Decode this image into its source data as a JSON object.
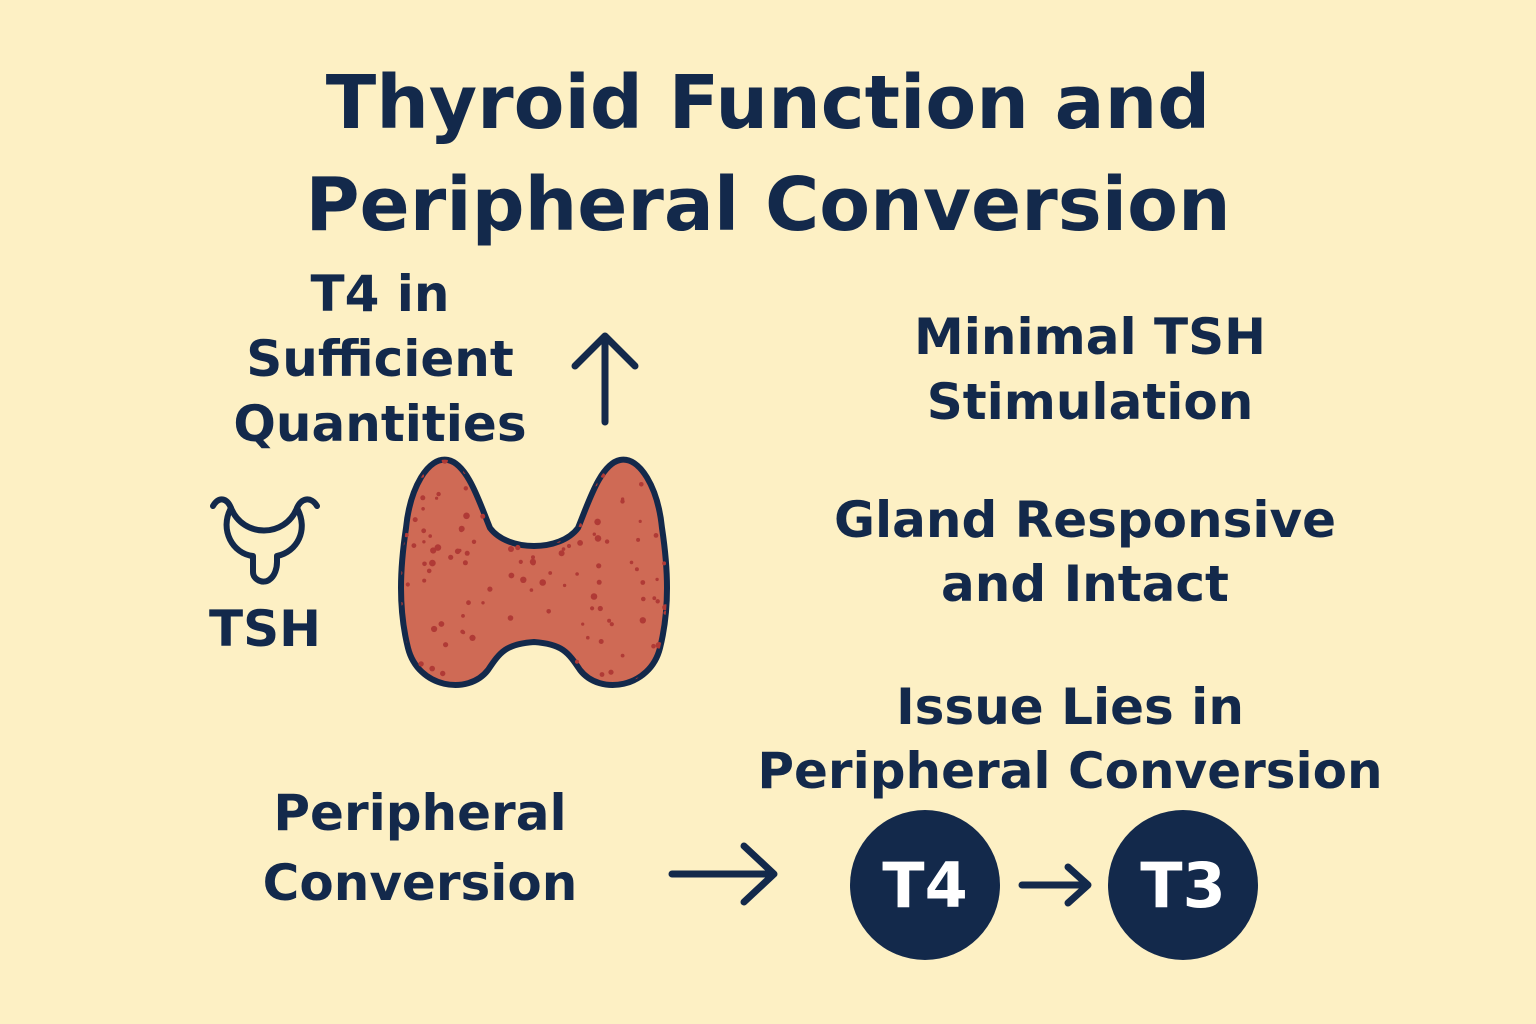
{
  "title": {
    "line1": "Thyroid Function and",
    "line2": "Peripheral Conversion"
  },
  "left": {
    "t4_line1": "T4 in",
    "t4_line2": "Sufficient",
    "t4_line3": "Quantities",
    "tsh_label": "TSH",
    "periph_line1": "Peripheral",
    "periph_line2": "Conversion"
  },
  "right": {
    "min_tsh_line1": "Minimal TSH",
    "min_tsh_line2": "Stimulation",
    "gland_line1": "Gland Responsive",
    "gland_line2": "and Intact",
    "issue_line1": "Issue Lies in",
    "issue_line2": "Peripheral Conversion"
  },
  "conversion": {
    "from": "T4",
    "to": "T3"
  },
  "icons": {
    "up_arrow": "arrow-up-icon",
    "pituitary": "pituitary-icon",
    "thyroid": "thyroid-gland-icon",
    "right_arrow": "arrow-right-icon",
    "small_arrow": "arrow-right-small-icon"
  },
  "colors": {
    "background": "#fdf0c4",
    "text": "#13294b",
    "thyroid_fill": "#cf6a55",
    "thyroid_dots": "#b03a36"
  }
}
